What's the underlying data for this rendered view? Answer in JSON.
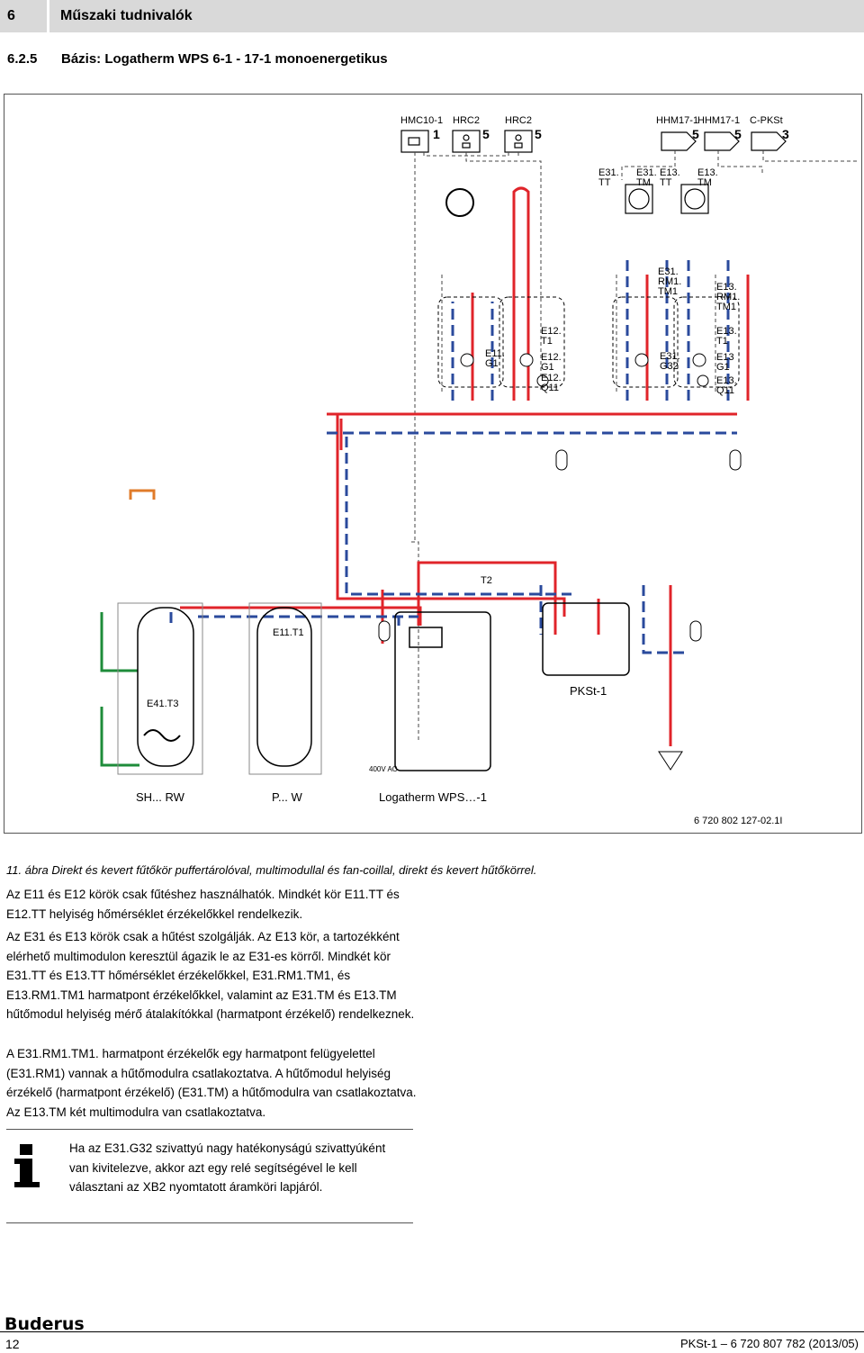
{
  "header": {
    "chapter": "6",
    "title": "Műszaki tudnivalók"
  },
  "section": {
    "number": "6.2.5",
    "title": "Bázis: Logatherm WPS 6-1 - 17-1 monoenergetikus"
  },
  "figure": {
    "top_modules": [
      "HMC10-1",
      "HRC2",
      "HRC2",
      "HHM17-1",
      "HHM17-1",
      "C-PKSt"
    ],
    "top_numbers": [
      "1",
      "5",
      "5",
      "5",
      "5",
      "3"
    ],
    "sensors_top": [
      "E31.\nTT",
      "E31.\nTM",
      "E13.\nTT",
      "E13.\nTM"
    ],
    "labels": {
      "e31rm1": "E31.\nRM1.\nTM1",
      "e13rm1": "E13.\nRM1.\nTM1",
      "e11g1": "E11.\nG1",
      "e12t1": "E12.\nT1",
      "e12g1": "E12.\nG1",
      "e12q11": "E12.\nQ11",
      "e31g32": "E31.\nG32",
      "e13t1": "E13.\nT1",
      "e13g1": "E13\nG1",
      "e13q11": "E13.\nQ11",
      "t2": "T2",
      "e11t1": "E11.T1",
      "e41t3": "E41.T3",
      "pkst": "PKSt-1",
      "ac": "400V AC"
    },
    "bottom_labels": [
      "SH... RW",
      "P... W",
      "Logatherm WPS…-1"
    ],
    "code": "6 720 802 127-02.1I"
  },
  "caption": "11. ábra  Direkt és kevert fűtőkör puffertárolóval, multimodullal és fan-coillal, direkt és kevert hűtőkörrel.",
  "paragraphs": [
    "Az E11 és E12 körök csak fűtéshez használhatók. Mindkét kör E11.TT és E12.TT helyiség hőmérséklet érzékelőkkel rendelkezik.",
    "Az E31 és E13 körök csak a hűtést szolgálják. Az E13 kör, a tartozékként elérhető multimodulon keresztül ágazik le az E31-es körről. Mindkét kör E31.TT és E13.TT hőmérséklet érzékelőkkel, E31.RM1.TM1, és E13.RM1.TM1 harmatpont érzékelőkkel, valamint az E31.TM és E13.TM hűtőmodul helyiség mérő átalakítókkal (harmatpont érzékelő) rendelkeznek.",
    "A E31.RM1.TM1. harmatpont érzékelők egy harmatpont felügyelettel (E31.RM1) vannak a hűtőmodulra csatlakoztatva. A hűtőmodul helyiség érzékelő (harmatpont érzékelő) (E31.TM) a hűtőmodulra van csatlakoztatva. Az E13.TM két multimodulra van csatlakoztatva."
  ],
  "note": "Ha az E31.G32 szivattyú nagy hatékonyságú szivattyúként van kivitelezve, akkor azt egy relé segítségével le kell választani az XB2 nyomtatott áramköri lapjáról.",
  "footer": {
    "brand": "Buderus",
    "page": "12",
    "doc": "PKSt-1 – 6 720 807 782 (2013/05)"
  },
  "colors": {
    "hot": "#e0242a",
    "cold": "#2a4a9c",
    "drain": "#e07b2a",
    "green": "#1e8c3a",
    "header_bg": "#d9d9d9"
  }
}
